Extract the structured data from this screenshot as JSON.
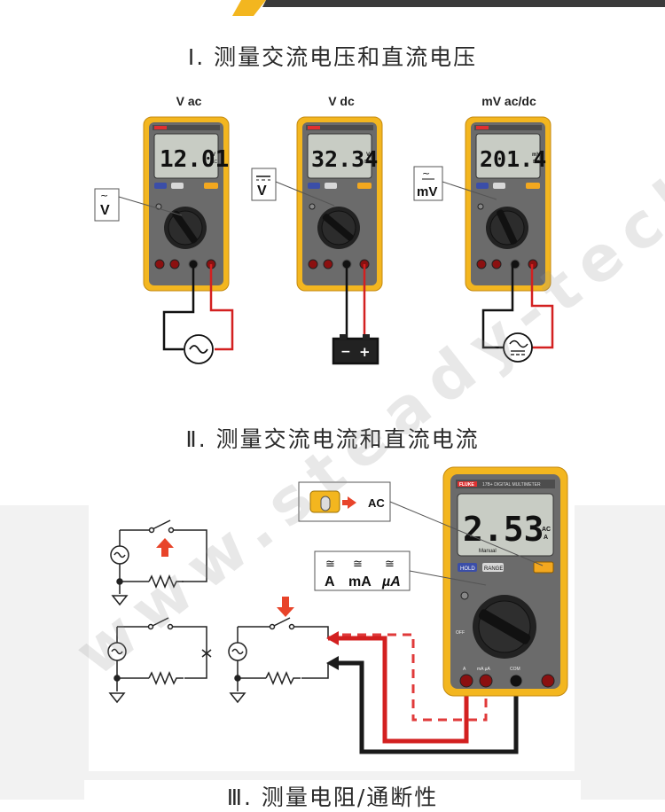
{
  "sections": {
    "s1_title": "Ⅰ. 测量交流电压和直流电压",
    "s2_title": "Ⅱ. 测量交流电流和直流电流",
    "s3_title": "Ⅲ. 测量电阻/通断性"
  },
  "meters": [
    {
      "label": "V ac",
      "reading": "12.01",
      "unit_top": "V",
      "unit_bottom": "AC",
      "callout": "V"
    },
    {
      "label": "V dc",
      "reading": "32.34",
      "unit_top": "V",
      "unit_bottom": "DC",
      "callout": "V"
    },
    {
      "label": "mV ac/dc",
      "reading": "201.4",
      "unit_top": "mV",
      "unit_bottom": "DC",
      "callout": "mV"
    }
  ],
  "large_meter": {
    "brand": "FLUKE",
    "model": "17B+ DIGITAL MULTIMETER",
    "reading": "2.53",
    "unit_top": "AC",
    "unit_bottom": "A",
    "mode": "Manual",
    "hold_label": "HOLD",
    "range_label": "RANGE",
    "off_label": "OFF",
    "jack_labels": [
      "A",
      "mA µA",
      "COM"
    ]
  },
  "callouts": {
    "ac_button": "AC",
    "current_ranges": [
      "A",
      "mA",
      "µA"
    ]
  },
  "watermark": "www.steady-tech.com",
  "colors": {
    "meter_yellow": "#f3b61f",
    "meter_body": "#6b6b6b",
    "lcd": "#c8ccc4",
    "probe_red": "#d32020",
    "arrow_red": "#e8442a"
  }
}
